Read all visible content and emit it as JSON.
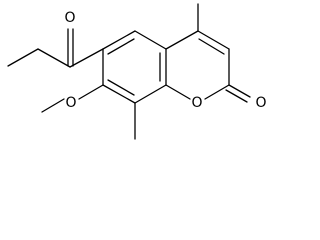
{
  "molecule": {
    "atoms": {
      "ketone_oxygen": "O",
      "methoxy_oxygen": "O",
      "ring_oxygen": "O",
      "lactone_oxygen": "O"
    }
  }
}
